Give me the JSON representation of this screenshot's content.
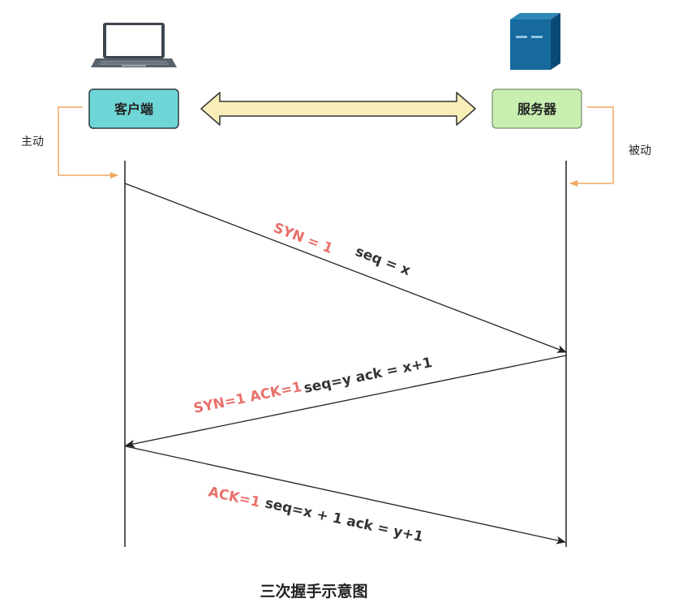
{
  "client": {
    "label": "客户端",
    "note": "主动"
  },
  "server": {
    "label": "服务器",
    "note": "被动"
  },
  "messages": [
    {
      "flags": "SYN = 1",
      "detail": "seq = x"
    },
    {
      "flags": "SYN=1 ACK=1",
      "detail": "seq=y ack = x+1"
    },
    {
      "flags": "ACK=1",
      "detail": "seq=x + 1 ack = y+1"
    }
  ],
  "caption": "三次握手示意图",
  "colors": {
    "client_box": "#6ed6d6",
    "server_box": "#c8eeb0",
    "double_arrow": "#f8efb8",
    "note_line": "#f0a860",
    "flag_text": "#e8706c"
  },
  "icons": {
    "client": "laptop-icon",
    "server": "server-tower-icon"
  }
}
